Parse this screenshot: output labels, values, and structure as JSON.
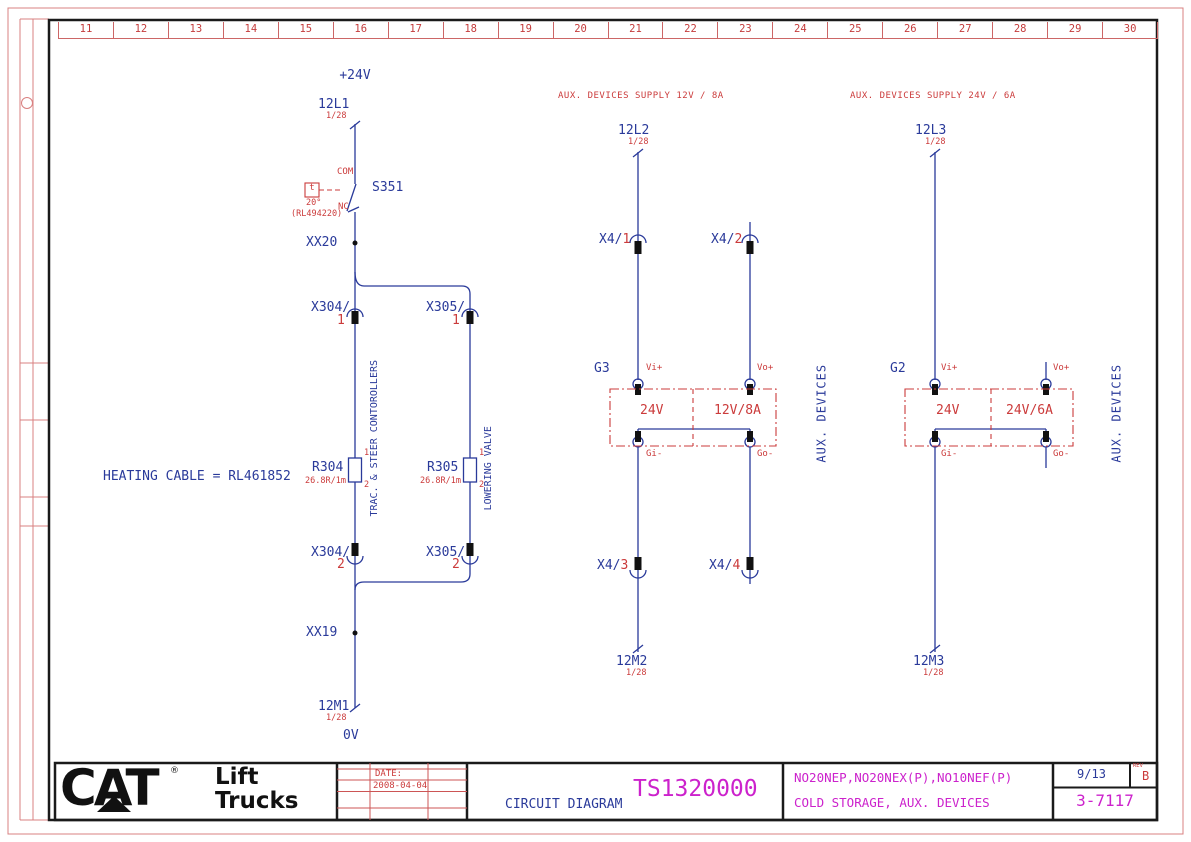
{
  "colors": {
    "circuit_blue": "#2a3a9a",
    "annotation_red": "#cb3b3b",
    "document_magenta": "#cc22cc",
    "frame_red": "#d98080"
  },
  "ruler": [
    "11",
    "12",
    "13",
    "14",
    "15",
    "16",
    "17",
    "18",
    "19",
    "20",
    "21",
    "22",
    "23",
    "24",
    "25",
    "26",
    "27",
    "28",
    "29",
    "30"
  ],
  "circuit": {
    "heating": {
      "supply_top": "+24V",
      "l1": "12L1",
      "l1_ref": "1/28",
      "com": "COM",
      "nc": "NC",
      "t": "t",
      "temp": "20°",
      "part": "(RL494220)",
      "switch": "S351",
      "xx20": "XX20",
      "xx19": "XX19",
      "x304": "X304/",
      "x305": "X305/",
      "pin1": "1",
      "pin2": "2",
      "r304": "R304",
      "r304_val": "26.8R/1m",
      "r305": "R305",
      "r305_val": "26.8R/1m",
      "trac": "TRAC. & STEER CONTOROLLERS",
      "lowering": "LOWERING VALVE",
      "heating_cable": "HEATING CABLE = RL461852",
      "m1": "12M1",
      "m1_ref": "1/28",
      "supply_bottom": "0V"
    },
    "supply12": {
      "title": "AUX. DEVICES SUPPLY 12V / 8A",
      "l2": "12L2",
      "l2_ref": "1/28",
      "x4": "X4/",
      "pin1": "1",
      "pin2": "2",
      "pin3": "3",
      "pin4": "4",
      "g3": "G3",
      "vi": "Vi+",
      "vo": "Vo+",
      "gi": "Gi-",
      "go": "Go-",
      "input": "24V",
      "output": "12V/8A",
      "aux": "AUX. DEVICES",
      "m2": "12M2",
      "m2_ref": "1/28"
    },
    "supply24": {
      "title": "AUX. DEVICES SUPPLY 24V / 6A",
      "l3": "12L3",
      "l3_ref": "1/28",
      "g2": "G2",
      "vi": "Vi+",
      "vo": "Vo+",
      "gi": "Gi-",
      "go": "Go-",
      "input": "24V",
      "output": "24V/6A",
      "aux": "AUX. DEVICES",
      "m3": "12M3",
      "m3_ref": "1/28"
    }
  },
  "titleblock": {
    "brand": "CAT",
    "brand_reg": "®",
    "brand_line1": "Lift",
    "brand_line2": "Trucks",
    "date_label": "DATE:",
    "date_value": "2008-04-04",
    "doc_type": "CIRCUIT DIAGRAM",
    "doc_number": "TS1320000",
    "models": "NO20NEP,NO20NEX(P),NO10NEF(P)",
    "subtitle": "COLD STORAGE, AUX. DEVICES",
    "sheet": "9/13",
    "rev_label": "REV",
    "rev": "B",
    "drawing_number": "3-7117"
  }
}
